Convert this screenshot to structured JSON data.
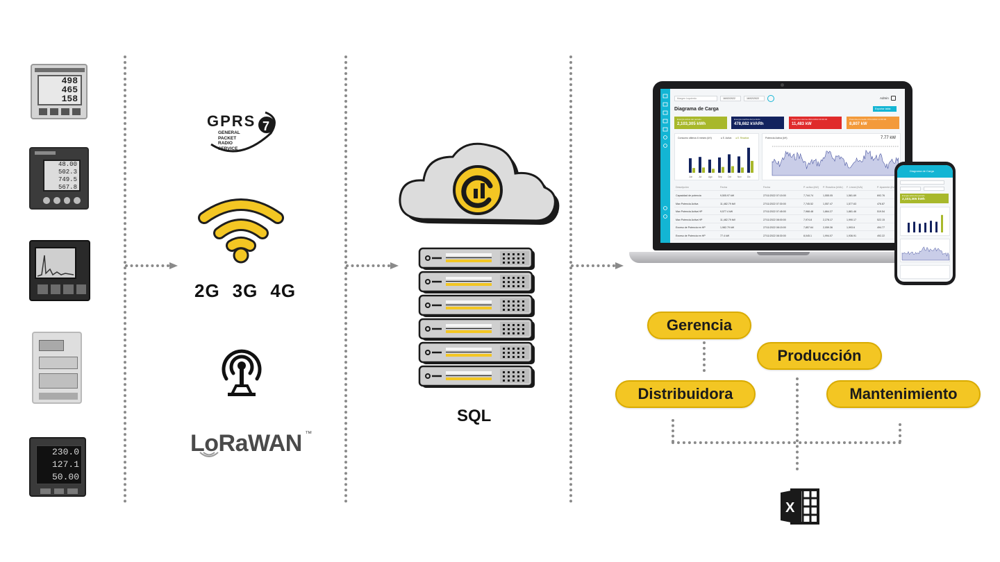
{
  "network": {
    "gprs_logo": {
      "text": "GPRS",
      "line1": "GENERAL",
      "line2": "PACKET",
      "line3": "RADIO",
      "line4": "SERVICE"
    },
    "generations": [
      "2G",
      "3G",
      "4G"
    ],
    "lorawan": "LoRaWAN",
    "lorawan_tm": "™"
  },
  "server": {
    "label": "SQL"
  },
  "meters": {
    "m1": [
      "498",
      "465",
      "158"
    ],
    "m2": [
      "48.00",
      "502.3",
      "749.5",
      "567.8"
    ],
    "m5": [
      "230.0",
      "127.1",
      "50.00"
    ]
  },
  "dashboard": {
    "user": "Admin",
    "page_title": "Diagrama de Carga",
    "export_label": "Exportar tabla",
    "selector_placeholder": "Margen Izquierdo",
    "date_from": "16/02/2022",
    "date_to": "16/02/2022",
    "kpis": [
      {
        "label": "Energía activa del periodo",
        "value": "2,103,305 kWh",
        "color": "#a8b82b"
      },
      {
        "label": "Energía reactiva del periodo",
        "value": "478,682 kVARh",
        "color": "#12225e"
      },
      {
        "label": "Potencia máxima 03/11/2022 09:30:00",
        "value": "11,483 kW",
        "color": "#e02b2b"
      },
      {
        "label": "Potencia promedio 07/11/2022 14:30:00",
        "value": "8,807 kW",
        "color": "#f39a3a"
      }
    ],
    "bar_chart_title": "Consumo últimos 6 meses (kH)",
    "bar_legend": [
      "E. Activa",
      "E. Reactiva"
    ],
    "bar_months": [
      "Jun",
      "Jul",
      "Ago",
      "Sep",
      "Oct",
      "Nov",
      "Dic"
    ],
    "line_chart_title": "Potencia Activa (kH)",
    "line_chart_value": "7.77 kW",
    "table_headers": [
      "Descripción",
      "Fecha",
      "Fecha",
      "P. activa (kW)",
      "P. Reactiva (kVAr)",
      "F. Lineal (kVA)",
      "P. Aparente (kVA)"
    ],
    "table_rows": [
      [
        "Capacidad de potencia",
        "9,505.97 kW",
        "27/11/2022 07:15:00",
        "7,744.74",
        "1,555.05",
        "1,581.69",
        "692.76"
      ],
      [
        "Max Potencia Activa",
        "11,482.79 kW",
        "27/11/2022 07:30:00",
        "7,745.52",
        "1,557.47",
        "1,577.63",
        "476.87"
      ],
      [
        "Max Potencia Activa HP",
        "9,577.4 kW",
        "27/11/2022 07:45:00",
        "7,968.48",
        "1,864.27",
        "1,881.46",
        "519.54"
      ],
      [
        "Max Potencia Activa HP",
        "11,482.79 kW",
        "27/11/2022 08:00:00",
        "7,974.8",
        "2,278.17",
        "1,990.17",
        "522.15"
      ],
      [
        "Exceso de Potencia en HP",
        "1,982.79 kW",
        "27/11/2022 08:15:00",
        "7,857.64",
        "2,059.36",
        "1,993.6",
        "494.77"
      ],
      [
        "Exceso de Potencia en HP",
        "77.4 kW",
        "27/11/2022 08:30:00",
        "8,045.1",
        "1,994.07",
        "1,936.91",
        "492.22"
      ]
    ]
  },
  "phone": {
    "title": "Diagrama de Carga",
    "kpi_label": "Energía activa del periodo",
    "kpi_value": "2,103,305 kWh"
  },
  "roles": {
    "gerencia": "Gerencia",
    "produccion": "Producción",
    "distribuidora": "Distribuidora",
    "mantenimiento": "Mantenimiento"
  },
  "colors": {
    "accent_yellow": "#f3c623",
    "dotted_gray": "#8a8a8a",
    "dashboard_cyan": "#13b5d4",
    "excel_dark": "#1a1a1a"
  },
  "icons": {
    "cloud": "cloud-icon",
    "server": "server-rack-icon",
    "wifi": "wifi-icon",
    "antenna": "antenna-icon",
    "excel": "excel-icon"
  }
}
